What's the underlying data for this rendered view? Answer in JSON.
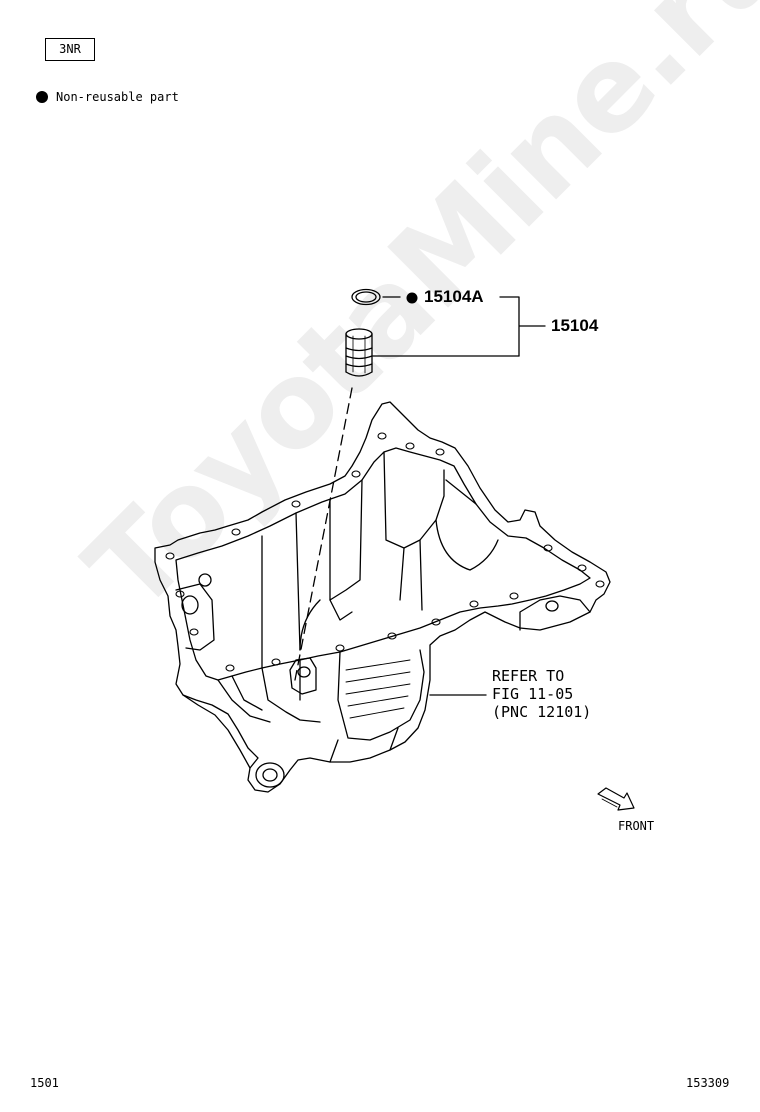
{
  "header": {
    "engine_code": "3NR",
    "legend_text": "Non-reusable part"
  },
  "callouts": {
    "gasket_part": "15104A",
    "strainer_part": "15104",
    "refer_line1": "REFER TO",
    "refer_line2": "FIG 11-05",
    "refer_line3": "(PNC 12101)",
    "front_label": "FRONT"
  },
  "watermark": "ToyotaMine.ru",
  "footer": {
    "left_code": "1501",
    "right_code": "153309"
  }
}
